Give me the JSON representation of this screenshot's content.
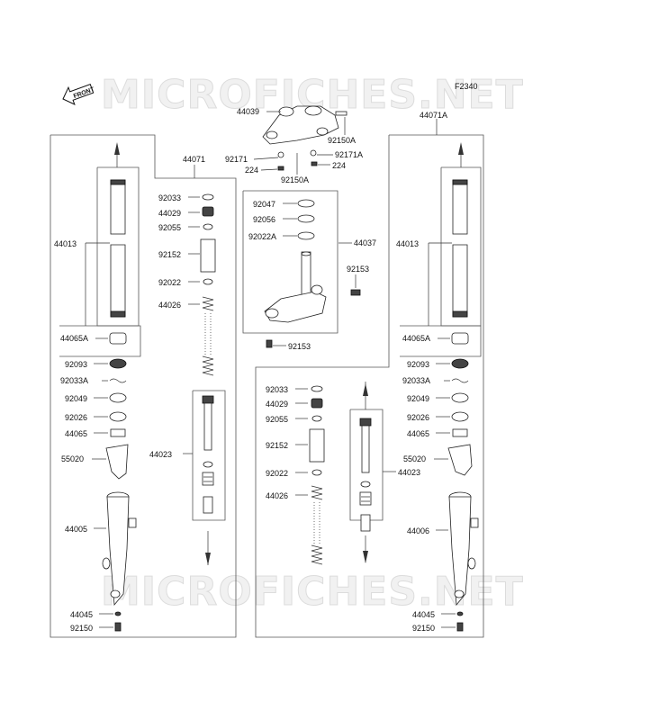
{
  "watermark": "MICROFICHES.NET",
  "figure_code": "F2340",
  "front_label": "FRONT",
  "labels": {
    "top_clamp": "44039",
    "top_bolt": "92150A",
    "top_washer_a": "92171",
    "top_washer_b": "92171A",
    "top_nut_a": "224",
    "top_nut_b": "224",
    "top_bolt_b": "92150A",
    "left_assy": "44071",
    "right_assy": "44071A",
    "steering_assy": "44037",
    "stem_nut": "92047",
    "stem_cap": "92056",
    "stem_washer": "92022A",
    "stem_bolt_a": "92153",
    "stem_bolt_b": "92153",
    "l_tube": "44013",
    "l_guide": "44065A",
    "l_seal": "92093",
    "l_clip": "92033A",
    "l_oilseal": "92049",
    "l_washer": "92026",
    "l_bush": "44065",
    "l_guard": "55020",
    "l_outer": "44005",
    "l_gasket": "44045",
    "l_bolt": "92150",
    "l_oring": "92033",
    "l_cap": "44029",
    "l_ring": "92055",
    "l_spacer": "92152",
    "l_washer2": "92022",
    "l_spring": "44026",
    "l_cyl": "44023",
    "r_tube": "44013",
    "r_guide": "44065A",
    "r_seal": "92093",
    "r_clip": "92033A",
    "r_oilseal": "92049",
    "r_washer": "92026",
    "r_bush": "44065",
    "r_guard": "55020",
    "r_outer": "44006",
    "r_gasket": "44045",
    "r_bolt": "92150",
    "r_oring": "92033",
    "r_cap": "44029",
    "r_ring": "92055",
    "r_spacer": "92152",
    "r_washer2": "92022",
    "r_spring": "44026",
    "r_cyl": "44023"
  }
}
